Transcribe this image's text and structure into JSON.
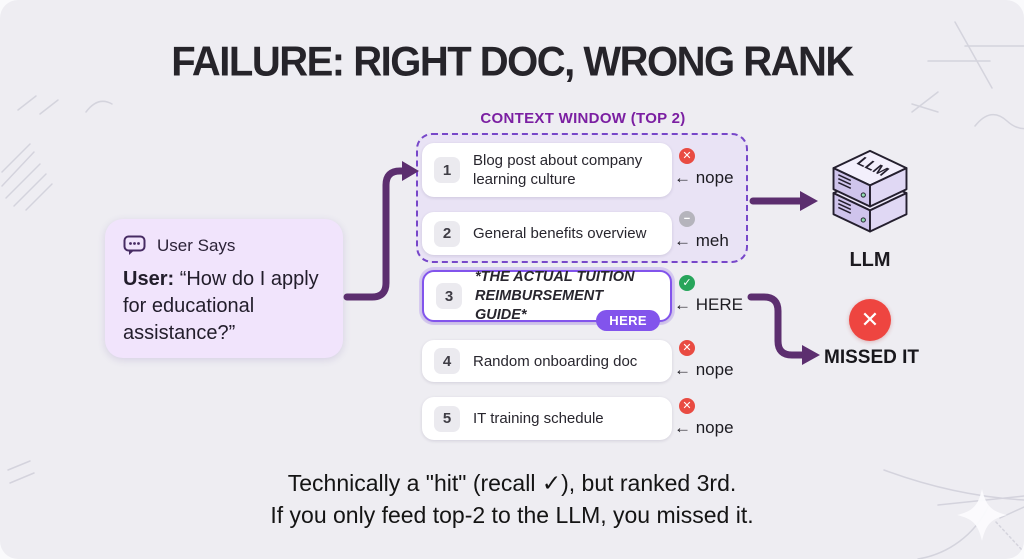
{
  "title": "FAILURE: RIGHT DOC, WRONG RANK",
  "user_box": {
    "header": "User Says",
    "speaker_label": "User:",
    "quote": "“How do I apply for educational assistance?”"
  },
  "context_window": {
    "label": "CONTEXT WINDOW (TOP 2)"
  },
  "documents": [
    {
      "rank": "1",
      "title": "Blog post about company learning culture",
      "icon": "✕",
      "verdict": "← nope",
      "status": "reject"
    },
    {
      "rank": "2",
      "title": "General benefits overview",
      "icon": "−",
      "verdict": "← meh",
      "status": "neutral"
    },
    {
      "rank": "3",
      "title": "*THE ACTUAL TUITION REIMBURSEMENT GUIDE*",
      "icon": "✓",
      "verdict": "← HERE",
      "status": "target",
      "badge": "HERE"
    },
    {
      "rank": "4",
      "title": "Random onboarding doc",
      "icon": "✕",
      "verdict": "← nope",
      "status": "reject"
    },
    {
      "rank": "5",
      "title": "IT training schedule",
      "icon": "✕",
      "verdict": "← nope",
      "status": "reject"
    }
  ],
  "llm": {
    "icon_label": "LLM",
    "label": "LLM"
  },
  "missed": {
    "icon": "✕",
    "label": "MISSED IT"
  },
  "caption": {
    "line1": "Technically a \"hit\" (recall ✓), but ranked 3rd.",
    "line2": "If you only feed top-2 to the LLM, you missed it."
  },
  "colors": {
    "background": "#eeedf2",
    "arrow_purple": "#5c2e6f",
    "accent_purple": "#8254ec",
    "context_label_purple": "#7b1fa2",
    "reject_red": "#e94b42",
    "neutral_gray": "#b5b4bc",
    "target_green": "#27a55b",
    "missed_red": "#ee4540"
  }
}
